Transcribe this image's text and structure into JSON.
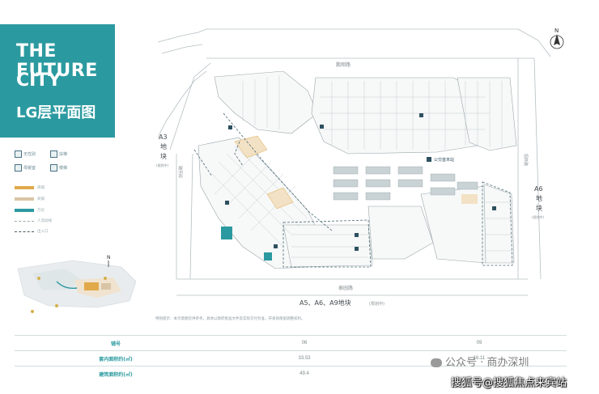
{
  "header": {
    "title_line1": "THE FUTURE",
    "title_line2": "CITY",
    "title_line3": "LG层平面图"
  },
  "legend": {
    "icons": [
      {
        "label": "无性别",
        "icon": "restroom-icon"
      },
      {
        "label": "扶梯",
        "icon": "escalator-icon"
      },
      {
        "label": "母婴室",
        "icon": "nursery-icon"
      },
      {
        "label": "楼梯",
        "icon": "stairs-icon"
      }
    ],
    "lines": [
      {
        "label": "商铺",
        "color": "#e2a94a"
      },
      {
        "label": "商铺",
        "color": "#d9c5a6"
      },
      {
        "label": "万达",
        "color": "#2b9aa0"
      },
      {
        "label": "人流动线",
        "color": "#9aa9ad"
      },
      {
        "label": "出入口",
        "color": "#4a5a60"
      }
    ]
  },
  "map": {
    "compass_label": "N",
    "roads": {
      "north": "鹏翔路",
      "south": "泰园路",
      "west": "创业路",
      "east": "招商路"
    },
    "plot_a3": [
      "A3",
      "地",
      "块",
      "(规划中)"
    ],
    "plot_a6": [
      "A6",
      "地",
      "块",
      "(规划中)"
    ],
    "plot_south": "A5、A6、A9地块",
    "plot_south_note": "(规划中)",
    "bus_station": "公交首末站"
  },
  "note": "特别提示：本示意图仅供参考，具体以政府批准文件及实际交付为准，开发商保留调整权利。",
  "table": {
    "rows": [
      {
        "label": "铺号",
        "values": [
          "06",
          "09"
        ]
      },
      {
        "label": "套内面积约(㎡)",
        "values": [
          "33.53",
          "16.11"
        ]
      },
      {
        "label": "建筑面积约(㎡)",
        "values": [
          "49.4",
          ""
        ]
      }
    ]
  },
  "watermark": {
    "line1": "公众号 · 商办深圳",
    "line2": "搜狐号@搜狐焦点来宾站"
  },
  "colors": {
    "accent": "#2b9aa0",
    "shop_orange": "#e2a94a",
    "shop_beige": "#d9c5a6"
  }
}
